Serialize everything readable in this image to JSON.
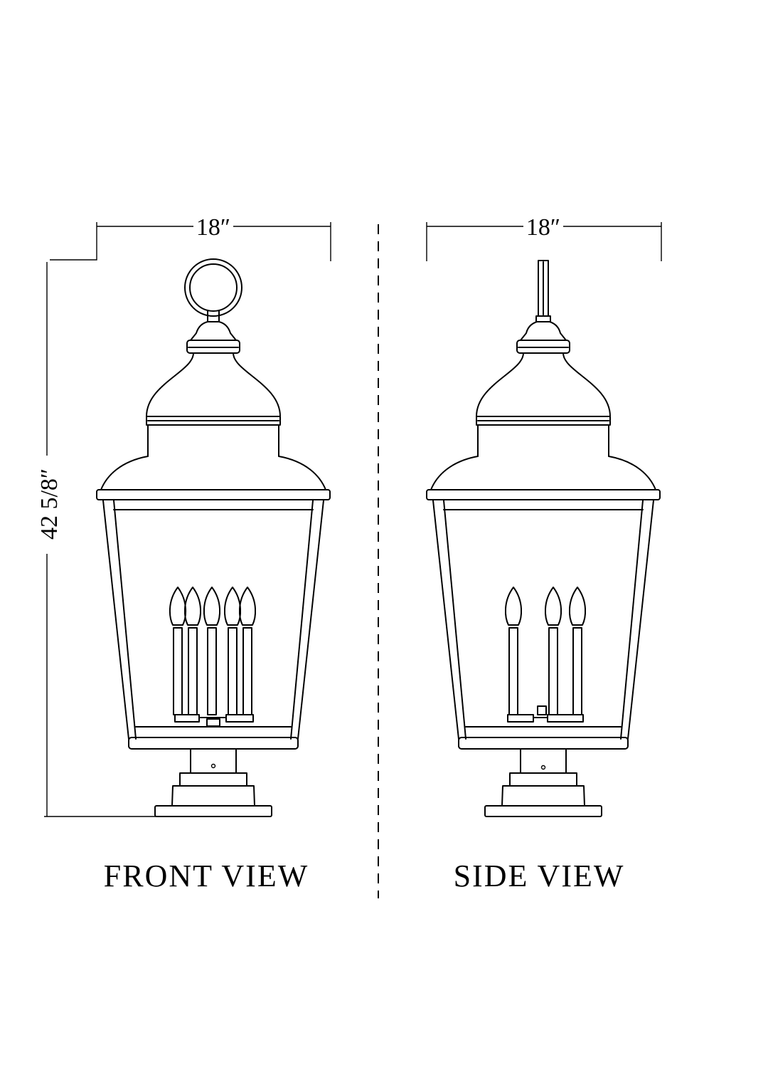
{
  "drawing": {
    "front_width": "18″",
    "side_width": "18″",
    "height": "42 5/8″",
    "front_label": "FRONT VIEW",
    "side_label": "SIDE VIEW"
  },
  "colors": {
    "line": "#000000",
    "background": "#ffffff"
  }
}
